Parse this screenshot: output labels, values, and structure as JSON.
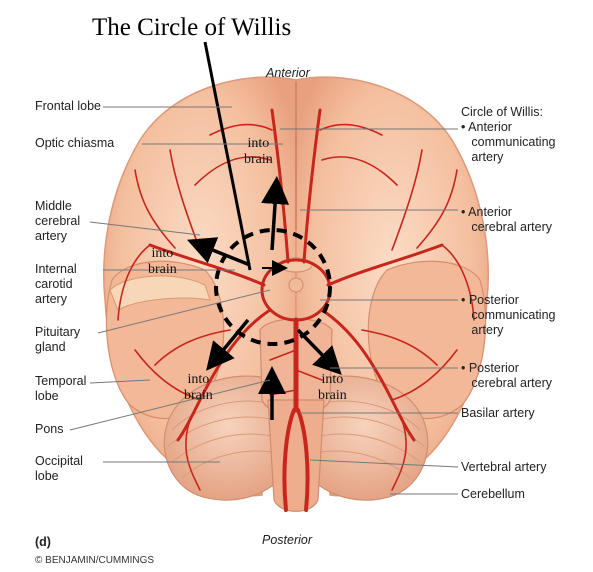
{
  "title": "The Circle of Willis",
  "orientation": {
    "top": "Anterior",
    "bottom": "Posterior"
  },
  "left_labels": [
    "Frontal lobe",
    "Optic chiasma",
    "Middle\ncerebral\nartery",
    "Internal\ncarotid\nartery",
    "Pituitary\ngland",
    "Temporal\nlobe",
    "Pons",
    "Occipital\nlobe"
  ],
  "right_labels": [
    "Circle of Willis:\n• Anterior\n   communicating\n   artery",
    "• Anterior\n   cerebral artery",
    "• Posterior\n   communicating\n   artery",
    "• Posterior\n   cerebral artery",
    "Basilar artery",
    "Vertebral artery",
    "Cerebellum"
  ],
  "flow_labels": [
    "into\nbrain",
    "into\nbrain",
    "into\nbrain",
    "into\nbrain"
  ],
  "panel_letter": "(d)",
  "credit": "© BENJAMIN/CUMMINGS",
  "colors": {
    "brain": "#f6c4a8",
    "brain_shade": "#eaa384",
    "artery": "#c8261c",
    "highlight": "#000000"
  }
}
